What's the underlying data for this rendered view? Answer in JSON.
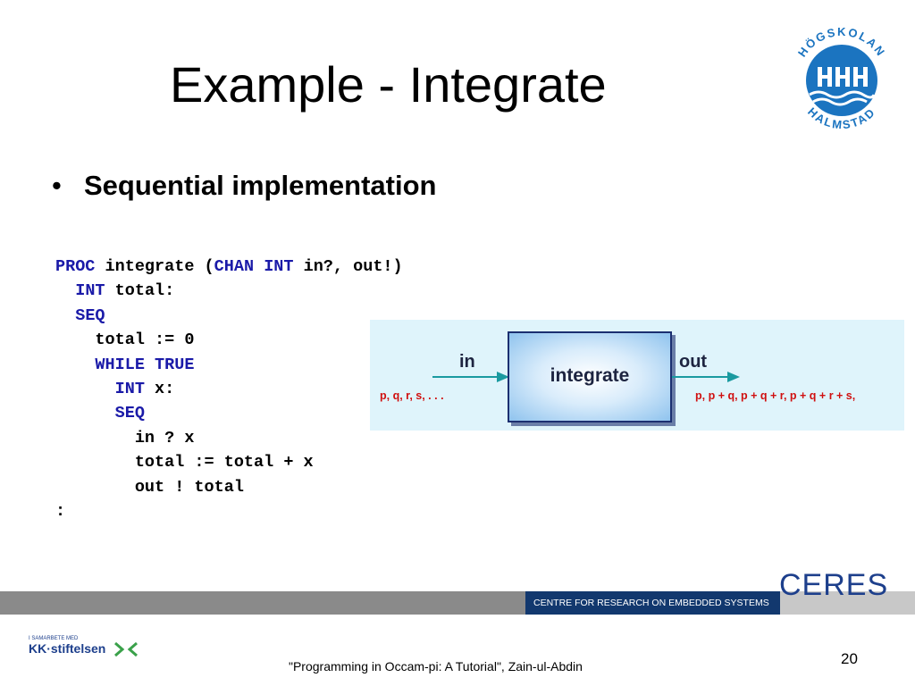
{
  "slide": {
    "title": "Example - Integrate",
    "bullet": "Sequential implementation",
    "code_lines": [
      [
        {
          "t": "PROC",
          "kw": true
        },
        {
          "t": " integrate (",
          "kw": false
        },
        {
          "t": "CHAN",
          "kw": true
        },
        {
          "t": " ",
          "kw": false
        },
        {
          "t": "INT",
          "kw": true
        },
        {
          "t": " in?, out!)",
          "kw": false
        }
      ],
      [
        {
          "t": "  ",
          "kw": false
        },
        {
          "t": "INT",
          "kw": true
        },
        {
          "t": " total:",
          "kw": false
        }
      ],
      [
        {
          "t": "  ",
          "kw": false
        },
        {
          "t": "SEQ",
          "kw": true
        }
      ],
      [
        {
          "t": "    total := 0",
          "kw": false
        }
      ],
      [
        {
          "t": "    ",
          "kw": false
        },
        {
          "t": "WHILE",
          "kw": true
        },
        {
          "t": " ",
          "kw": false
        },
        {
          "t": "TRUE",
          "kw": true
        }
      ],
      [
        {
          "t": "      ",
          "kw": false
        },
        {
          "t": "INT",
          "kw": true
        },
        {
          "t": " x:",
          "kw": false
        }
      ],
      [
        {
          "t": "      ",
          "kw": false
        },
        {
          "t": "SEQ",
          "kw": true
        }
      ],
      [
        {
          "t": "        in ? x",
          "kw": false
        }
      ],
      [
        {
          "t": "        total := total + x",
          "kw": false
        }
      ],
      [
        {
          "t": "        out ! total",
          "kw": false
        }
      ],
      [
        {
          "t": ":",
          "kw": false
        }
      ]
    ],
    "diagram": {
      "process_label": "integrate",
      "in_label": "in",
      "out_label": "out",
      "in_stream": "p,  q,  r,  s, . . .",
      "out_stream": "p,  p + q,  p + q + r,  p + q + r + s,"
    },
    "footer_text": "\"Programming in Occam-pi: A Tutorial\", Zain-ul-Abdin",
    "page_number": "20"
  },
  "branding": {
    "logo_text_top": "HÖGSKOLAN",
    "logo_text_bottom": "HALMSTAD",
    "ceres": "CERES",
    "ceres_tagline": "CENTRE FOR RESEARCH ON EMBEDDED SYSTEMS",
    "kk_small": "I SAMARBETE MED",
    "kk_name": "KK·stiftelsen"
  },
  "colors": {
    "keyword": "#1a1aa8",
    "stream_text": "#d01010",
    "diagram_bg": "#dff4fb",
    "arrow": "#1a9aa0",
    "ceres_blue": "#1d3f8c"
  }
}
